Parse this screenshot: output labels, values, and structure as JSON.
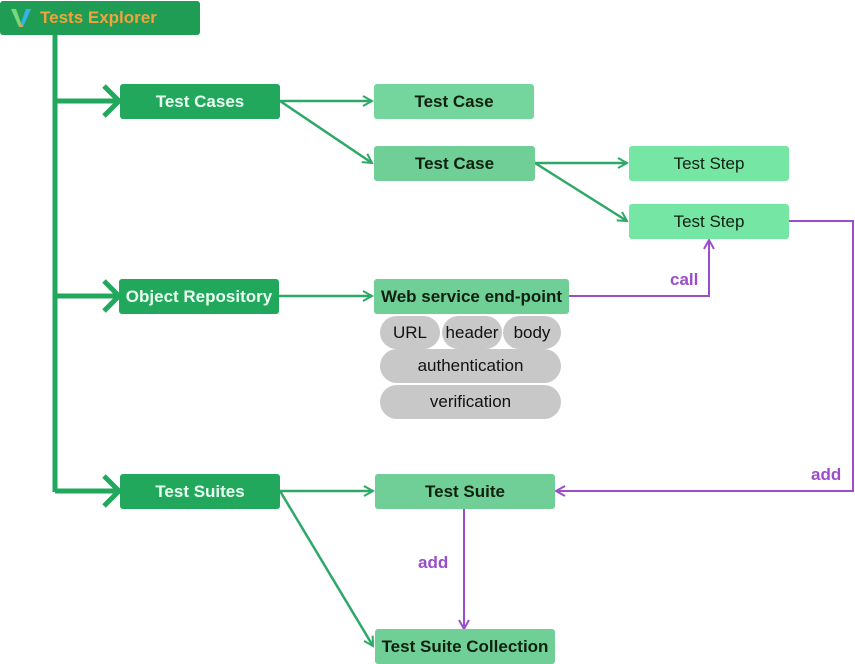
{
  "root": {
    "title": "Tests Explorer"
  },
  "categories": {
    "test_cases": "Test Cases",
    "object_repository": "Object Repository",
    "test_suites": "Test Suites"
  },
  "test_cases": [
    "Test Case",
    "Test Case"
  ],
  "test_steps": [
    "Test Step",
    "Test Step"
  ],
  "endpoint": {
    "title": "Web service end-point",
    "parts": [
      "URL",
      "header",
      "body",
      "authentication",
      "verification"
    ]
  },
  "test_suite": "Test Suite",
  "test_suite_collection": "Test Suite Collection",
  "edge_labels": {
    "call": "call",
    "add_right": "add",
    "add_down": "add"
  },
  "colors": {
    "trunk": "#22a85c",
    "arrow_green": "#2ea866",
    "arrow_purple": "#9b4dca",
    "root_bg": "#1f9d55",
    "root_title": "#f2a33a",
    "pill": "#c8c8c8"
  }
}
